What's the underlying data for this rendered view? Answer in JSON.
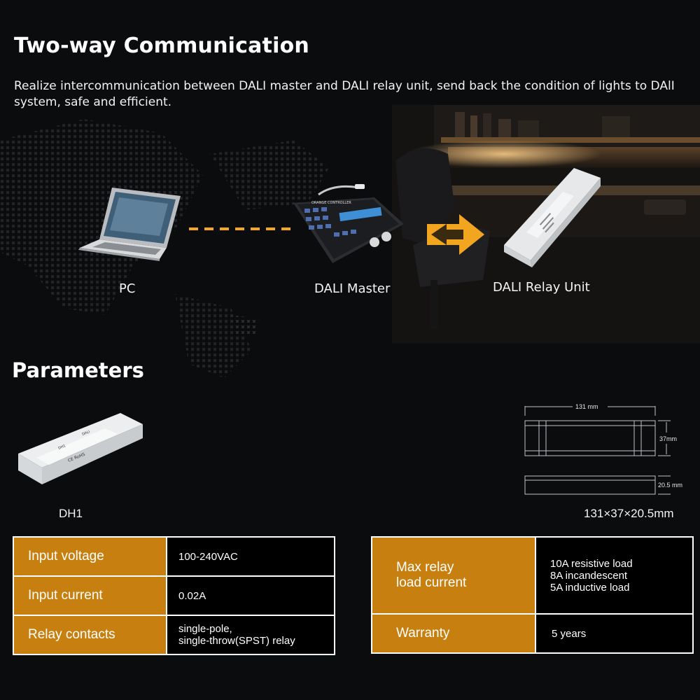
{
  "header": {
    "title": "Two-way Communication",
    "intro": "Realize intercommunication between DALI master and DALI relay unit, send back the condition of lights to DAlI system, safe and efficient."
  },
  "diagram": {
    "pc_label": "PC",
    "master_label": "DALI Master",
    "relay_label": "DALI Relay Unit",
    "console_text": "ORANGE CONTROLLER",
    "link_color": "#f5a623",
    "arrow_color": "#f2a51f"
  },
  "parameters": {
    "title": "Parameters",
    "product_name": "DH1",
    "dimensions_caption": "131×37×20.5mm",
    "dims": {
      "length": "131 mm",
      "width": "37mm",
      "height": "20.5 mm"
    },
    "product_text": {
      "brand": "DALI",
      "model": "DH1",
      "cert": "CE RoHS"
    }
  },
  "table_left": [
    {
      "label": "Input voltage",
      "value": "100-240VAC"
    },
    {
      "label": "Input current",
      "value": "0.02A"
    },
    {
      "label": "Relay contacts",
      "value_lines": [
        "single-pole,",
        "single-throw(SPST) relay"
      ]
    }
  ],
  "table_right": [
    {
      "label_lines": [
        "Max relay",
        "load current"
      ],
      "value_lines": [
        "10A resistive load",
        "8A incandescent",
        "5A inductive load"
      ]
    },
    {
      "label": "Warranty",
      "value": "5 years"
    }
  ],
  "colors": {
    "accent": "#c7800f",
    "background": "#0b0c0e",
    "border": "#ffffff"
  }
}
